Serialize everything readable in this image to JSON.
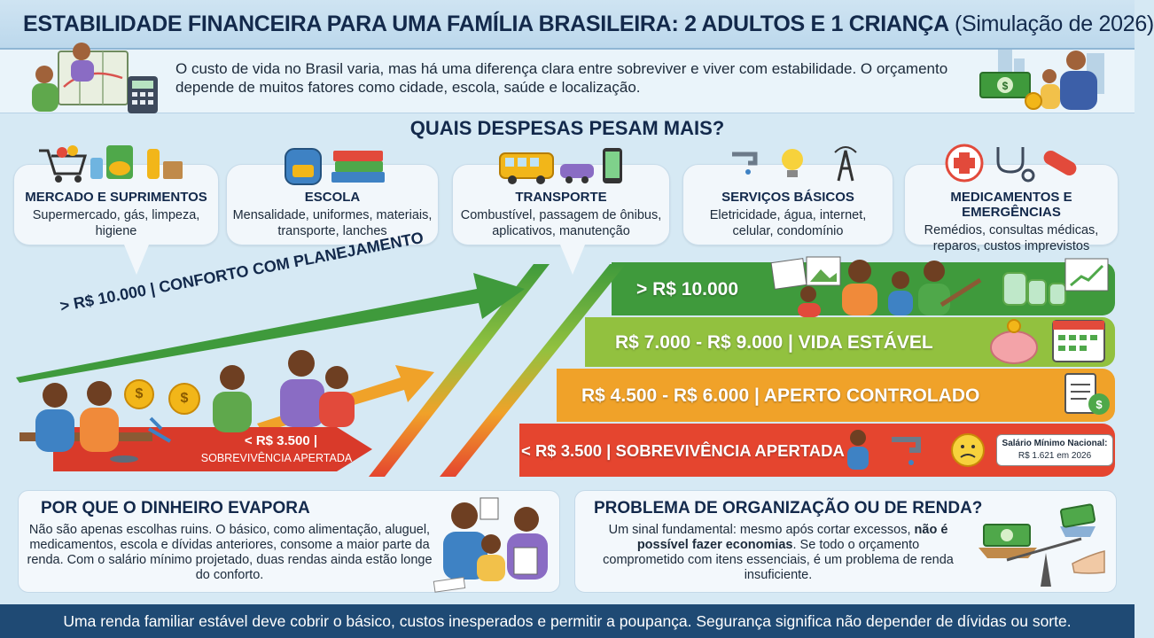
{
  "header": {
    "title": "ESTABILIDADE FINANCEIRA PARA UMA FAMÍLIA BRASILEIRA: 2 ADULTOS E 1 CRIANÇA",
    "subtitle": "(Simulação de 2026)"
  },
  "intro": {
    "text": "O custo de vida no Brasil varia, mas há uma diferença clara entre sobreviver e viver com estabilidade. O orçamento depende de muitos fatores como cidade, escola, saúde e localização."
  },
  "expenses": {
    "heading": "QUAIS DESPESAS PESAM MAIS?",
    "items": [
      {
        "title": "MERCADO E SUPRIMENTOS",
        "desc": "Supermercado, gás, limpeza, higiene"
      },
      {
        "title": "ESCOLA",
        "desc": "Mensalidade, uniformes, materiais, transporte, lanches"
      },
      {
        "title": "TRANSPORTE",
        "desc": "Combustível, passagem de ônibus, aplicativos, manutenção"
      },
      {
        "title": "SERVIÇOS BÁSICOS",
        "desc": "Eletricidade, água, internet, celular, condomínio"
      },
      {
        "title": "MEDICAMENTOS E EMERGÊNCIAS",
        "desc": "Remédios, consultas médicas, reparos, custos imprevistos"
      }
    ]
  },
  "ladder": {
    "arrow_top": "> R$ 10.000 | CONFORTO COM PLANEJAMENTO",
    "arrow_bottom_line1": "< R$ 3.500 |",
    "arrow_bottom_line2": "SOBREVIVÊNCIA APERTADA",
    "bands": [
      {
        "label": "> R$ 10.000",
        "color": "#3f9a3c"
      },
      {
        "label": "R$ 7.000 - R$ 9.000 | VIDA ESTÁVEL",
        "color": "#92c13f"
      },
      {
        "label": "R$ 4.500 - R$ 6.000 | APERTO CONTROLADO",
        "color": "#f0a229"
      },
      {
        "label": "< R$ 3.500 | SOBREVIVÊNCIA APERTADA",
        "color": "#e5452f"
      }
    ],
    "coin_symbol": "$",
    "min_wage_label": "Salário Mínimo Nacional:",
    "min_wage_value": "R$ 1.621 em 2026"
  },
  "panels": {
    "evaporates": {
      "title": "POR QUE O DINHEIRO EVAPORA",
      "text": "Não são apenas escolhas ruins. O básico, como alimentação, aluguel, medicamentos, escola e dívidas anteriores, consome a maior parte da renda. Com o salário mínimo projetado, duas rendas ainda estão longe do conforto."
    },
    "organization": {
      "title": "PROBLEMA DE ORGANIZAÇÃO OU DE RENDA?",
      "text_pre": "Um sinal fundamental: mesmo após cortar excessos,",
      "text_bold": "não é possível fazer economias",
      "text_post": ". Se todo o orçamento comprometido com itens essenciais, é um problema de renda insuficiente."
    }
  },
  "footer": {
    "text": "Uma renda familiar estável deve cobrir o básico, custos inesperados e permitir a poupança. Segurança significa não depender de dívidas ou sorte."
  },
  "colors": {
    "navy": "#13294b",
    "green_band": "#3f9a3c",
    "lime_band": "#92c13f",
    "orange_band": "#f0a229",
    "red_band": "#e5452f",
    "footer": "#1f4a74"
  }
}
